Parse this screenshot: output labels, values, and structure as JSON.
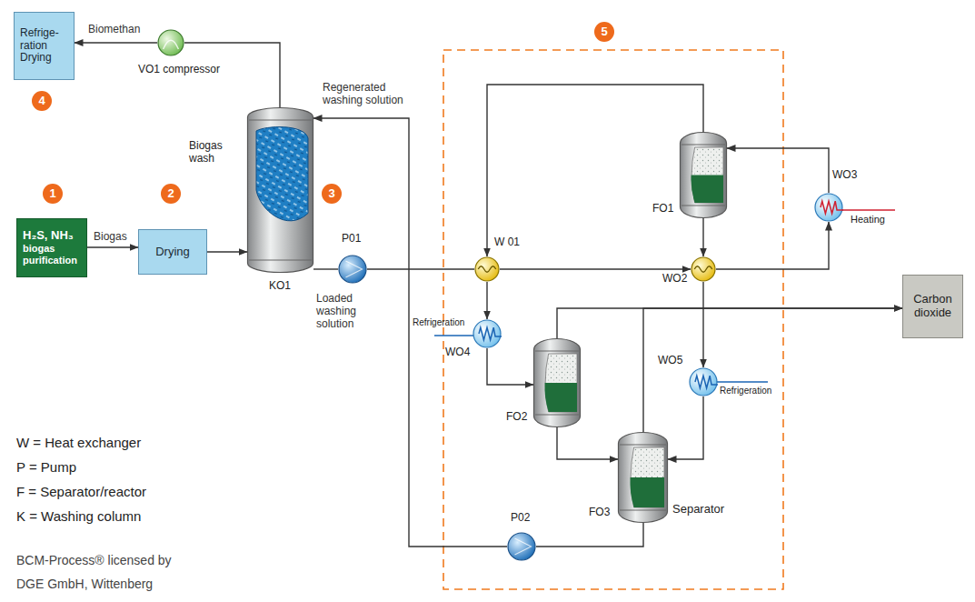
{
  "diagram": {
    "nodes": [
      {
        "text": [
          "Refrige- ration",
          "Drying"
        ]
      },
      {
        "text": [
          "VO1 compressor"
        ]
      },
      {
        "text": [
          "H₂S, NH₃",
          "biogas purification"
        ]
      },
      {
        "text": [
          "Drying"
        ]
      },
      {
        "text": [
          "Biogas wash",
          "KO1"
        ]
      },
      {
        "text": [
          "P01"
        ]
      },
      {
        "text": [
          "W 01"
        ]
      },
      {
        "text": [
          "WO2"
        ]
      },
      {
        "text": [
          "WO3",
          "Heating"
        ]
      },
      {
        "text": [
          "FO1"
        ]
      },
      {
        "text": [
          "Refrigeration",
          "WO4"
        ]
      },
      {
        "text": [
          "FO2"
        ]
      },
      {
        "text": [
          "WO5",
          "Refrigeration"
        ]
      },
      {
        "text": [
          "FO3",
          "Separator"
        ]
      },
      {
        "text": [
          "P02"
        ]
      },
      {
        "text": [
          "Carbon dioxide"
        ]
      }
    ],
    "edges": [
      {
        "from": 2,
        "to": 3,
        "arrow": "to",
        "label": "Biogas"
      },
      {
        "from": 3,
        "to": 4,
        "arrow": "to"
      },
      {
        "from": 4,
        "to": 1,
        "arrow": "none"
      },
      {
        "from": 1,
        "to": 0,
        "arrow": "to",
        "label": "Biomethan"
      },
      {
        "from": 4,
        "to": 5,
        "arrow": "none"
      },
      {
        "from": 5,
        "to": 6,
        "arrow": "none"
      },
      {
        "from": 6,
        "to": 7,
        "arrow": "to"
      },
      {
        "from": 7,
        "to": 8,
        "arrow": "to"
      },
      {
        "from": 8,
        "to": 9,
        "arrow": "to"
      },
      {
        "from": 9,
        "to": 7,
        "arrow": "to"
      },
      {
        "from": 9,
        "to": 6,
        "arrow": "to"
      },
      {
        "from": 6,
        "to": 10,
        "arrow": "to"
      },
      {
        "from": 10,
        "to": 11,
        "arrow": "to"
      },
      {
        "from": 11,
        "to": 13,
        "arrow": "to"
      },
      {
        "from": 7,
        "to": 12,
        "arrow": "to"
      },
      {
        "from": 12,
        "to": 13,
        "arrow": "to"
      },
      {
        "from": 11,
        "to": 15,
        "arrow": "to"
      },
      {
        "from": 13,
        "to": 15,
        "arrow": "to"
      },
      {
        "from": 13,
        "to": 14,
        "arrow": "none"
      },
      {
        "from": 14,
        "to": 4,
        "arrow": "to"
      }
    ],
    "labels": [
      "1",
      "2",
      "3",
      "4",
      "5",
      "Regenerated washing solution",
      "Loaded washing solution",
      "W = Heat exchanger",
      "P = Pump",
      "F = Separator/reactor",
      "K = Washing column",
      "BCM-Process® licensed by",
      "DGE GmbH, Wittenberg"
    ]
  }
}
